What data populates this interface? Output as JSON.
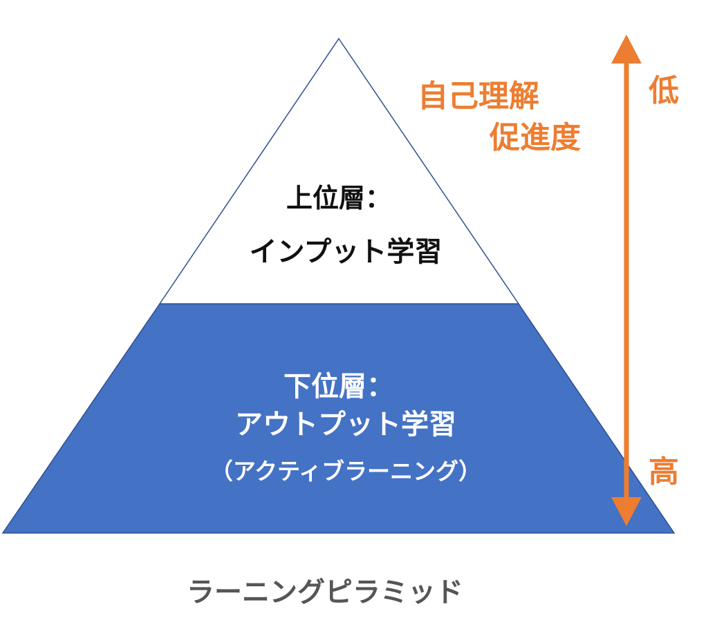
{
  "upper_layer": {
    "title": "上位層：",
    "subtitle": "インプット学習"
  },
  "lower_layer": {
    "title": "下位層：",
    "subtitle": "アウトプット学習",
    "note": "（アクティブラーニング）"
  },
  "axis": {
    "label_line1": "自己理解",
    "label_line2": "促進度",
    "top_label": "低",
    "bottom_label": "高"
  },
  "caption": "ラーニングピラミッド",
  "colors": {
    "lower_fill": "#4472C4",
    "upper_fill": "#FFFFFF",
    "outline": "#2F4F8F",
    "accent": "#ED7D31",
    "caption": "#555555"
  }
}
